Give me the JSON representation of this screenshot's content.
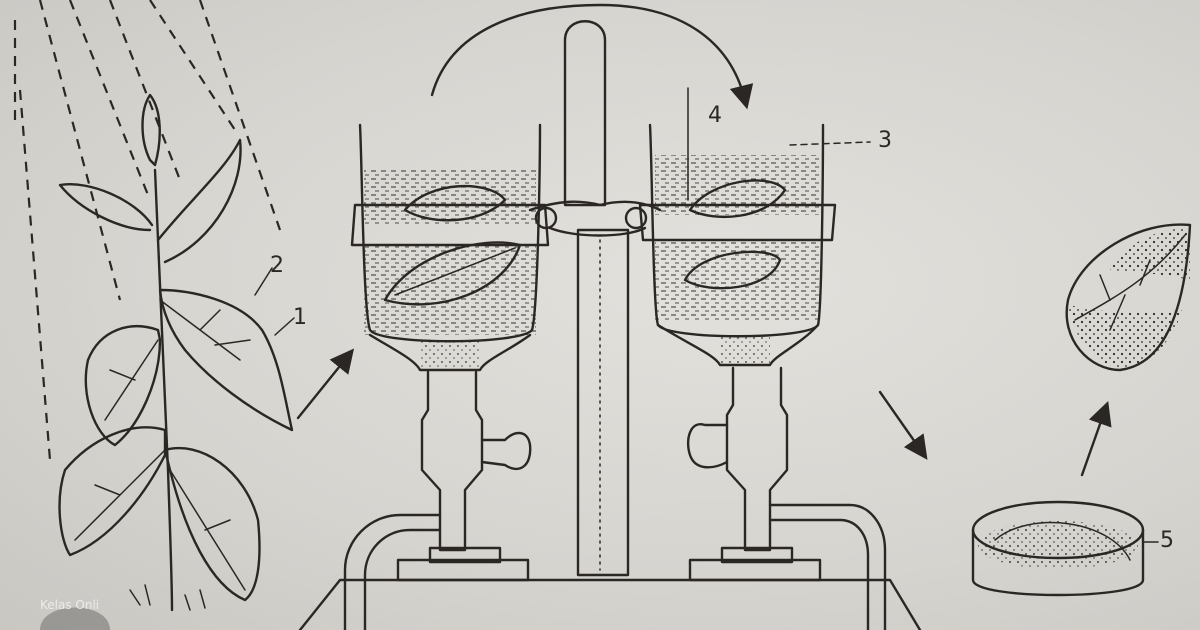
{
  "labels": {
    "l1": "1",
    "l2": "2",
    "l3": "3",
    "l4": "4",
    "l5": "5"
  },
  "watermark": "Kelas Onli"
}
